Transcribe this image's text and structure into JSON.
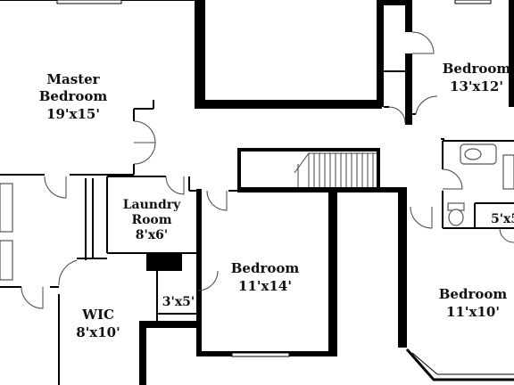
{
  "rooms": {
    "master": {
      "name": "Master",
      "name2": "Bedroom",
      "size": "19'x15'"
    },
    "bedroom_tr": {
      "name": "Bedroom",
      "size": "13'x12'"
    },
    "laundry": {
      "name": "Laundry",
      "name2": "Room",
      "size": "8'x6'"
    },
    "bedroom_c": {
      "name": "Bedroom",
      "size": "11'x14'"
    },
    "closet": {
      "size": "3'x5'"
    },
    "wic": {
      "name": "WIC",
      "size": "8'x10'"
    },
    "bedroom_br": {
      "name": "Bedroom",
      "size": "11'x10'"
    },
    "bath_small": {
      "size": "5'x5'"
    }
  },
  "colors": {
    "wall": "#000000",
    "background": "#ffffff"
  }
}
